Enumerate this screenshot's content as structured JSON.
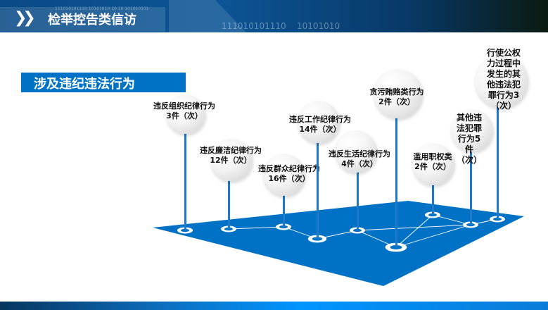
{
  "header": {
    "title": "检举控告类信访",
    "binary_1": "111010101110",
    "binary_2": "10101010",
    "binary_3": "111010101110  10101010  10 10 101010101"
  },
  "subtitle": "涉及违纪违法行为",
  "items": [
    {
      "name": "违反组织纪律行为",
      "count": "3件（次）"
    },
    {
      "name": "违反廉洁纪律行为",
      "count": "12件（次）"
    },
    {
      "name": "违反群众纪律行为",
      "count": "16件（次）"
    },
    {
      "name": "违反工作纪律行为",
      "count": "14件（次）"
    },
    {
      "name": "违反生活纪律行为",
      "count": "4件（次）"
    },
    {
      "name": "贪污贿赂类行为",
      "count": "2件（次）"
    },
    {
      "name": "滥用职权类",
      "count": "2件（次）"
    },
    {
      "name": "其他违法犯罪行为5件",
      "count": "（次）"
    },
    {
      "name": "行使公权力过程中发生的其他违法犯罪行为3",
      "count": "（次）"
    }
  ],
  "colors": {
    "accent": "#0072c6"
  }
}
